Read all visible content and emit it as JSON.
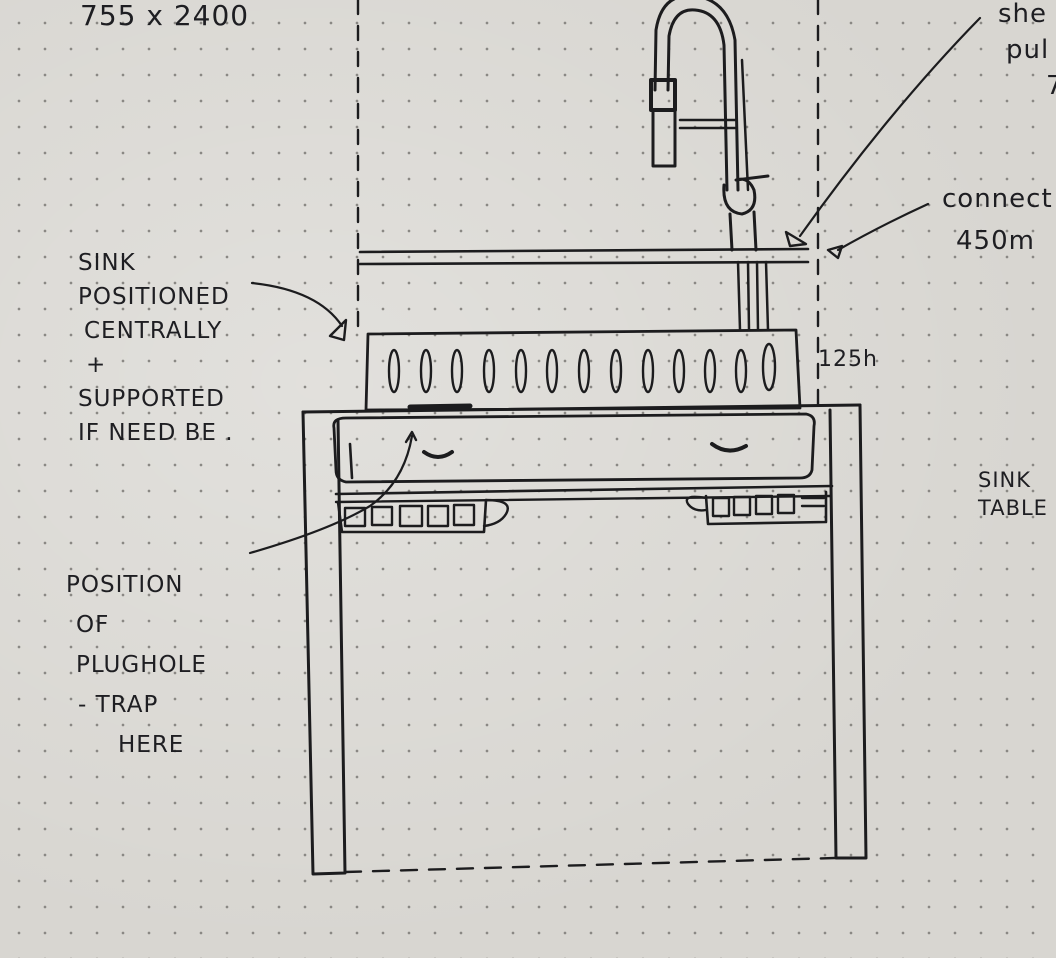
{
  "dimensions": "755 x 2400",
  "labels": {
    "sink_positioned": [
      "SINK",
      "POSITIONED",
      "CENTRALLY",
      "+",
      "SUPPORTED",
      "IF NEED BE ."
    ],
    "plughole": [
      "POSITION",
      "OF",
      "PLUGHOLE",
      "- TRAP",
      "HERE"
    ],
    "top_right": [
      "she",
      "pul",
      "7"
    ],
    "connect": [
      "connect",
      "450m"
    ],
    "sink_table": [
      "SINK",
      "TABLE"
    ],
    "sink_height": "125h"
  },
  "colors": {
    "ink": "#1c1c1e",
    "paper": "#d8d6d1",
    "dots": "#8a8884"
  }
}
